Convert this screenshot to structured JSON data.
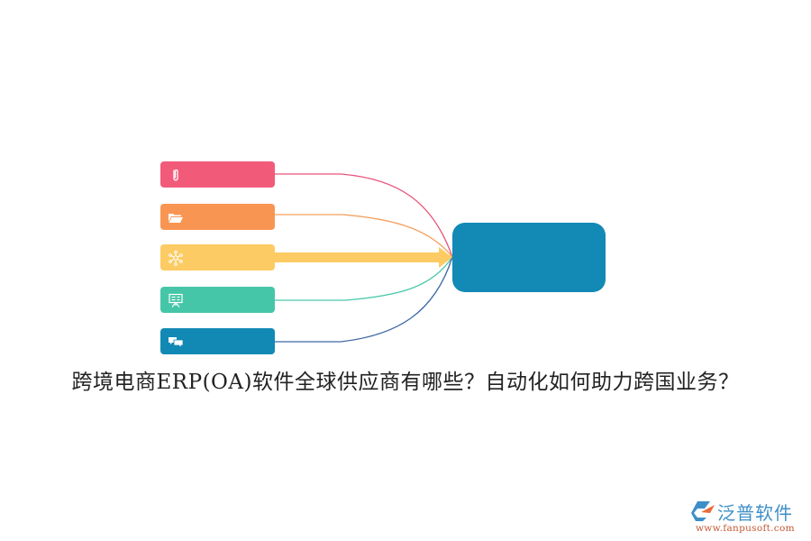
{
  "diagram": {
    "nodes": [
      {
        "icon": "paperclip-icon",
        "color": "#f25a7a",
        "label": ""
      },
      {
        "icon": "folder-icon",
        "color": "#f99553",
        "label": ""
      },
      {
        "icon": "network-icon",
        "color": "#fdcb63",
        "label": ""
      },
      {
        "icon": "presentation-board-icon",
        "color": "#46c6a8",
        "label": ""
      },
      {
        "icon": "chat-bubbles-icon",
        "color": "#1289b5",
        "label": ""
      }
    ],
    "center_node": {
      "color": "#138ab5",
      "label": ""
    },
    "connector_colors": [
      "#e8537a",
      "#f5a05e",
      "#fdcb63",
      "#4cc7ab",
      "#3e68a6"
    ]
  },
  "title": "跨境电商ERP(OA)软件全球供应商有哪些？自动化如何助力跨国业务？",
  "logo": {
    "name": "泛普软件",
    "url": "www.fanpusoft.com"
  }
}
